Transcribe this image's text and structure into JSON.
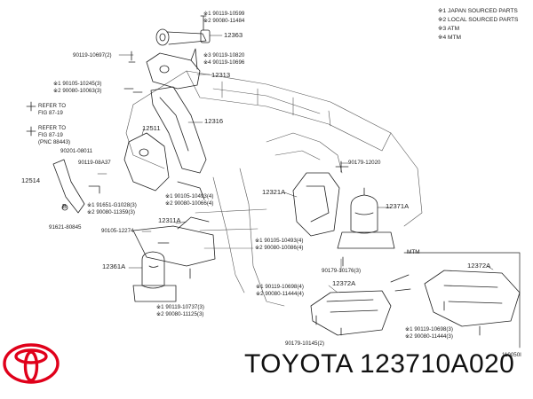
{
  "legend": [
    "※1 JAPAN SOURCED PARTS",
    "※2 LOCAL SOURCED PARTS",
    "※3 ATM",
    "※4 MTM"
  ],
  "group_label": "MTM",
  "figure_code": "110050I",
  "brand_text": "TOYOTA 123710A020",
  "colors": {
    "logo": "#e0001a",
    "ink": "#1a1a1a"
  },
  "parts": {
    "p1": "※1 90119-10599",
    "p2": "※2 90080-11484",
    "p3": "12363",
    "p4": "90119-10697(2)",
    "p5": "※3 90119-10820",
    "p6": "※4 90119-10696",
    "p7": "12313",
    "p8": "※1 90105-10245(3)",
    "p9": "※2 90080-10063(3)",
    "p10": "12316",
    "p11": "REFER TO",
    "p12": "FIG 87-19",
    "p13": "REFER TO",
    "p14": "FIG 87-19",
    "p15": "(PNC 88443)",
    "p16": "12511",
    "p17": "90201-08011",
    "p18": "90119-08A37",
    "p19": "90179-12020",
    "p20": "12514",
    "p21": "※1 91651-G1028(3)",
    "p22": "※2 90080-11359(3)",
    "p23": "※1 90105-10493(4)",
    "p24": "※2 90080-10066(4)",
    "p25": "12321A",
    "p26": "12371A",
    "p27": "91621-80845",
    "p28": "90105-12274",
    "p29": "12311A",
    "p30": "※1 90105-10493(4)",
    "p31": "※2 90080-10086(4)",
    "p32": "12361A",
    "p33": "90179-10176(3)",
    "p34": "12372A",
    "p35": "※1 90119-10698(4)",
    "p36": "※2 90080-11444(4)",
    "p37": "12372A",
    "p38": "※1 90119-10737(3)",
    "p39": "※2 90080-11125(3)",
    "p40": "※1 90119-10698(3)",
    "p41": "※2 90080-11444(3)",
    "p42": "90179-10145(2)",
    "p43": "B"
  }
}
